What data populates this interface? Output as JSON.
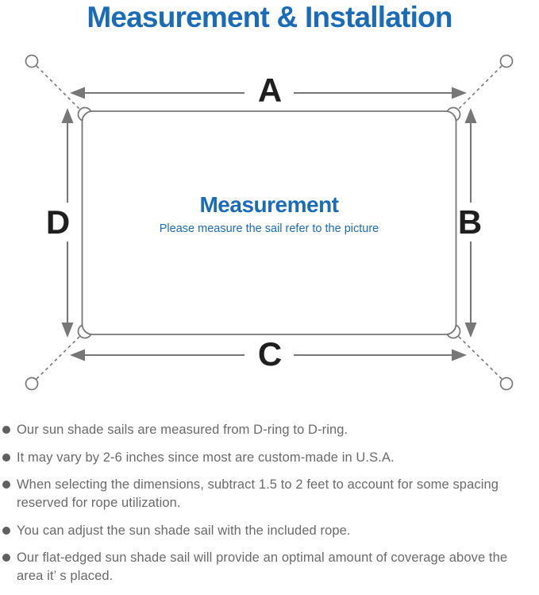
{
  "title": "Measurement & Installation",
  "diagram": {
    "center_title": "Measurement",
    "center_subtitle": "Please measure the sail refer to the picture",
    "labels": {
      "top": "A",
      "right": "B",
      "bottom": "C",
      "left": "D"
    }
  },
  "notes": [
    "Our sun shade sails are measured from D-ring to D-ring.",
    "It may vary by 2-6 inches since most are custom-made in U.S.A.",
    "When selecting the dimensions, subtract 1.5 to 2 feet to account for some spacing reserved for rope utilization.",
    "You can adjust the sun shade sail with the included rope.",
    "Our flat-edged sun shade sail will provide an optimal amount of coverage above the area it’ s placed."
  ],
  "colors": {
    "accent_blue": "#1b6cb8",
    "diagram_gray": "#777777",
    "note_text_gray": "#6a6a6a",
    "label_black": "#1f1f1f",
    "bullet_dot_gray": "#5f5f5f"
  }
}
